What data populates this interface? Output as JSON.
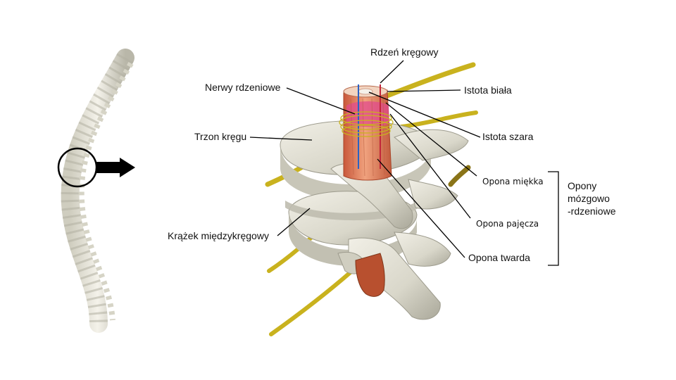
{
  "labels": {
    "spinal_cord": "Rdzeń kręgowy",
    "spinal_nerves": "Nerwy rdzeniowe",
    "white_matter": "Istota biała",
    "vertebral_body": "Trzon kręgu",
    "grey_matter": "Istota szara",
    "pia_mater": "Opona miękka",
    "arachnoid": "Opona pajęcza",
    "intervertebral_disc": "Krążek międzykręgowy",
    "dura_mater": "Opona twarda"
  },
  "meninges_group": {
    "line1": "Opony",
    "line2": "mózgowo",
    "line3": "-rdzeniowe"
  },
  "colors": {
    "bone": "#dcdacd",
    "bone_shadow": "#a9a89a",
    "nerve": "#c9b21e",
    "cord": "#e07a55",
    "pia": "#e24b8e",
    "white_matter": "#f2d4c0",
    "leader": "#000000"
  }
}
